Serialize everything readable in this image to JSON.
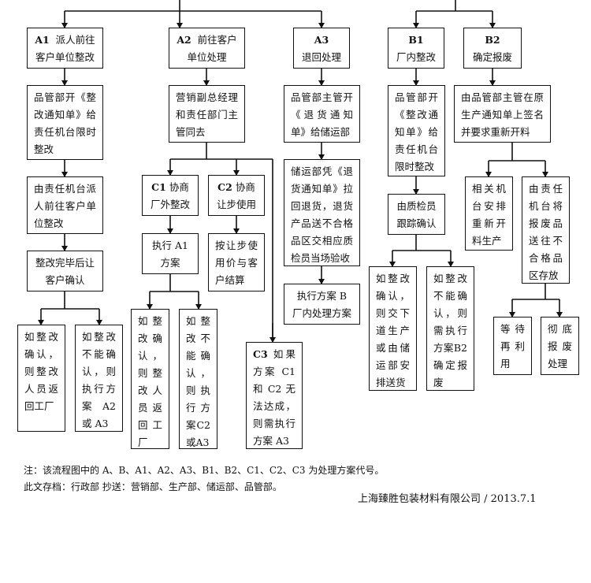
{
  "nodes": {
    "a1": {
      "code": "A1",
      "text": "派人前往客户单位整改"
    },
    "a2": {
      "code": "A2",
      "text": "前往客户单位处理"
    },
    "a3": {
      "code": "A3",
      "text": "退回处理"
    },
    "b1": {
      "code": "B1",
      "text": "厂内整改"
    },
    "b2": {
      "code": "B2",
      "text": "确定报废"
    },
    "a1_s1": {
      "text": "品管部开《整改通知单》给责任机台限时整改"
    },
    "a1_s2": {
      "text": "由责任机台派人前往客户单位整改"
    },
    "a1_s3": {
      "text": "整改完毕后让客户确认"
    },
    "a1_ok": {
      "text": "如整改确认，则整改人员返回工厂"
    },
    "a1_ng": {
      "text": "如整改不能确认，则执行方案 A2 或 A3"
    },
    "a2_s1": {
      "text": "营销副总经理和责任部门主管同去"
    },
    "c1": {
      "code": "C1",
      "text": "协商厂外整改"
    },
    "c2": {
      "code": "C2",
      "text": "协商让步使用"
    },
    "c1_s1": {
      "text": "执行 A1 方案"
    },
    "c1_ok": {
      "text": "如整改确认，则整改人员返回工厂"
    },
    "c1_ng": {
      "text": "如整改不能确认，则执行方案C2或A3"
    },
    "c2_s1": {
      "text": "按让步使用价与客户结算"
    },
    "c3": {
      "code": "C3",
      "text": "如果方案 C1和 C2 无法达成，则需执行方案 A3"
    },
    "a3_s1": {
      "text": "品管部主管开《退货通知单》给储运部"
    },
    "a3_s2": {
      "text": "储运部凭《退货通知单》拉回退货，退货产品送不合格品区交相应质检员当场验收"
    },
    "a3_s3": {
      "text": "执行方案 B 厂内处理方案"
    },
    "b1_s1": {
      "text": "品管部开《整改通知单》给责任机台限时整改"
    },
    "b1_s2": {
      "text": "由质检员跟踪确认"
    },
    "b1_ok": {
      "text": "如整改确认，则交下道生产或由储运部安排送货"
    },
    "b1_ng": {
      "text": "如整改不能确认，则需执行方案B2确定报废"
    },
    "b2_s1": {
      "text": "由品管部主管在原生产通知单上签名并要求重新开料"
    },
    "b2_l": {
      "text": "相关机台安排重新开料生产"
    },
    "b2_r": {
      "text": "由责任机台将报废品送往不合格品区存放"
    },
    "b2_r1": {
      "text": "等待再利用"
    },
    "b2_r2": {
      "text": "彻底报废处理"
    }
  },
  "footer": {
    "note1": "注：该流程图中的 A、B、A1、A2、A3、B1、B2、C1、C2、C3 为处理方案代号。",
    "note2": "此文存档：行政部    抄送：营销部、生产部、储运部、品管部。",
    "company": "上海臻胜包装材料有限公司  / 2013.7.1"
  }
}
